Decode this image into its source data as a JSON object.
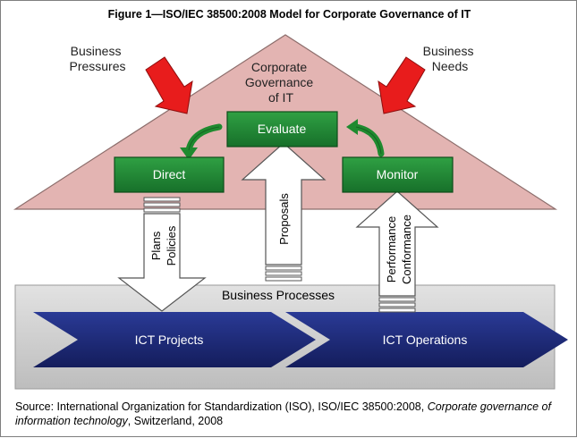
{
  "title": "Figure 1—ISO/IEC 38500:2008 Model for Corporate Governance of IT",
  "labels": {
    "business_pressures": [
      "Business",
      "Pressures"
    ],
    "business_needs": [
      "Business",
      "Needs"
    ],
    "corporate_governance": [
      "Corporate",
      "Governance",
      "of IT"
    ],
    "evaluate": "Evaluate",
    "direct": "Direct",
    "monitor": "Monitor",
    "proposals": "Proposals",
    "plans": "Plans",
    "policies": "Policies",
    "performance": "Performance",
    "conformance": "Conformance",
    "business_processes": "Business Processes",
    "ict_projects": "ICT Projects",
    "ict_operations": "ICT Operations"
  },
  "source": {
    "prefix": "Source:  International Organization for Standardization (ISO), ISO/IEC 38500:2008, ",
    "italic": "Corporate governance of information technology",
    "suffix": ", Switzerland, 2008"
  },
  "colors": {
    "triangle": "#e3b4b2",
    "box": "#1f8a2f",
    "chevron": "#1f2b7a",
    "band": "#cfcfcf",
    "red_arrow": "#e81c1c"
  }
}
